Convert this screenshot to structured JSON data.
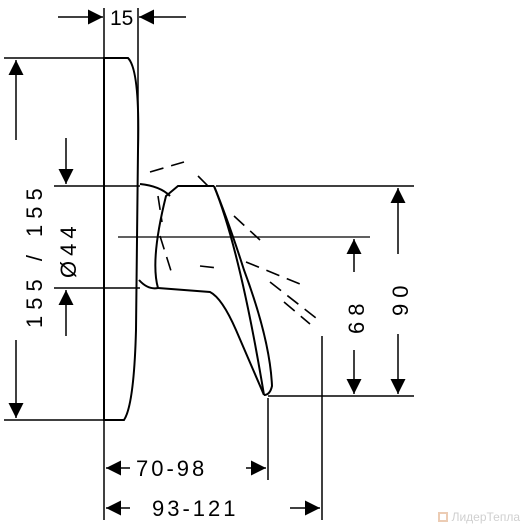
{
  "dimensions": {
    "top_width": "15",
    "plate_height": "155 / 155",
    "body_diameter": "Ø44",
    "offset_68": "68",
    "offset_90": "90",
    "projection_short": "70-98",
    "projection_long": "93-121"
  },
  "watermark": {
    "text": "ЛидерТепла"
  },
  "colors": {
    "line": "#000000",
    "watermark": "#c9702c"
  }
}
